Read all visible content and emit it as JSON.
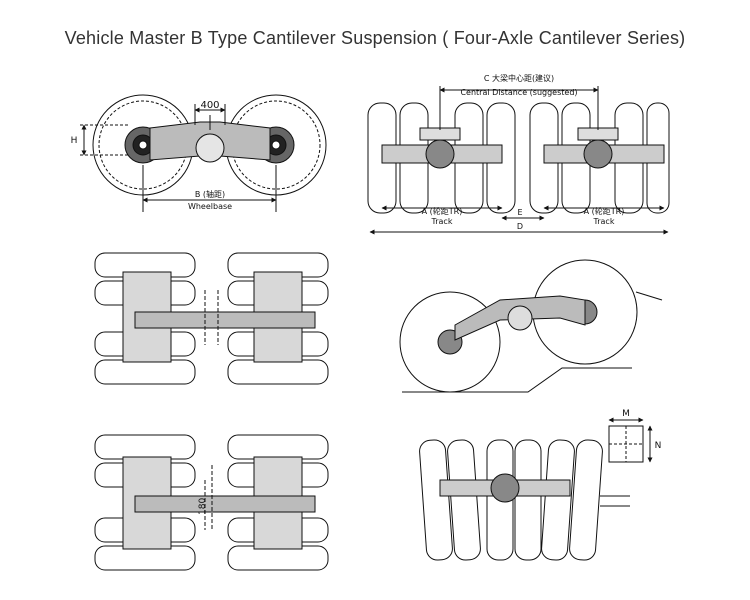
{
  "title": "Vehicle Master B Type Cantilever Suspension ( Four-Axle Cantilever Series)",
  "side_view": {
    "dim_400": "400",
    "dim_h": "H",
    "label_b": "B (轴距)",
    "label_wheelbase": "Wheelbase"
  },
  "front_view": {
    "label_c": "C 大梁中心距(建议)",
    "label_central": "Central Distance (suggested)",
    "label_a_left": "A (轮距TR)",
    "label_track_left": "Track",
    "label_a_right": "A (轮距TR)",
    "label_track_right": "Track",
    "label_e": "E",
    "label_d": "D"
  },
  "plan_view": {
    "dim_180": "180"
  },
  "detail": {
    "label_m": "M",
    "label_n": "N"
  }
}
